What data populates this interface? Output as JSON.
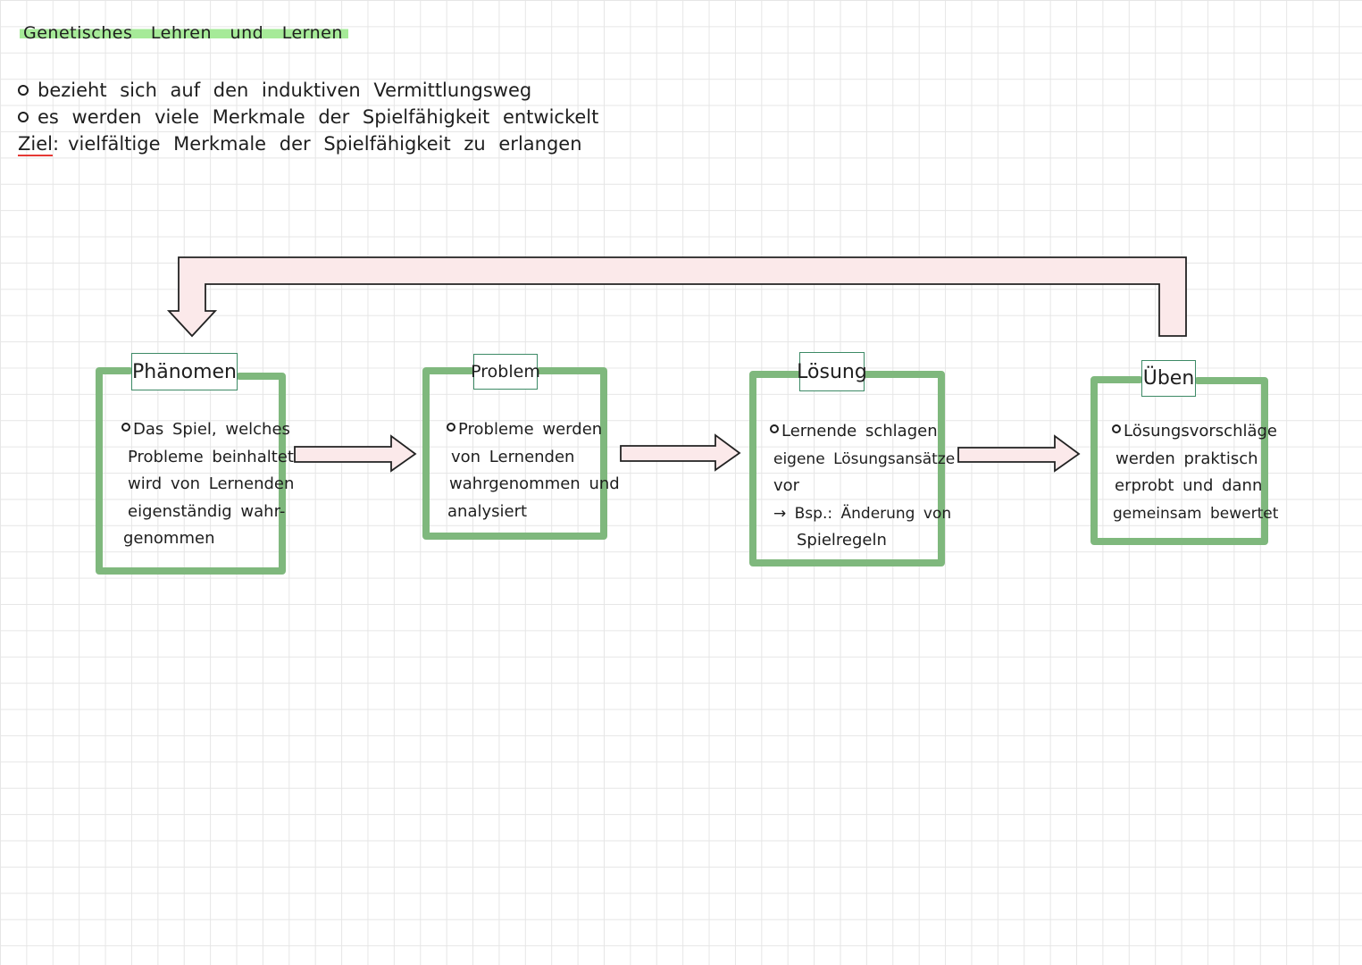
{
  "title": "Genetisches Lehren und Lernen",
  "notes": {
    "bullets": [
      "bezieht sich auf den induktiven Vermittlungsweg",
      "es werden viele Merkmale der Spielfähigkeit entwickelt"
    ],
    "goal_label": "Ziel",
    "goal_separator": ":",
    "goal_text": "vielfältige Merkmale der Spielfähigkeit zu erlangen"
  },
  "colors": {
    "box_border": "#7fb87d",
    "label_border": "#3d8a66",
    "arrow_fill": "#fbe9ea",
    "arrow_stroke": "#222222",
    "title_highlight": "#a6ea98",
    "goal_underline": "#e53935",
    "grid": "#e6e6e6"
  },
  "steps": [
    {
      "label": "Phänomen",
      "lines": [
        "Das Spiel, welches",
        "Probleme beinhaltet",
        "wird von Lernenden",
        "eigenständig wahr-",
        "genommen"
      ]
    },
    {
      "label": "Problem",
      "lines": [
        "Probleme werden",
        "von Lernenden",
        "wahrgenommen und",
        "analysiert"
      ]
    },
    {
      "label": "Lösung",
      "lines": [
        "Lernende schlagen",
        "eigene Lösungsansätze",
        "vor",
        "→ Bsp.: Änderung von",
        "Spielregeln"
      ]
    },
    {
      "label": "Üben",
      "lines": [
        "Lösungsvorschläge",
        "werden praktisch",
        "erprobt und dann",
        "gemeinsam bewertet"
      ]
    }
  ]
}
